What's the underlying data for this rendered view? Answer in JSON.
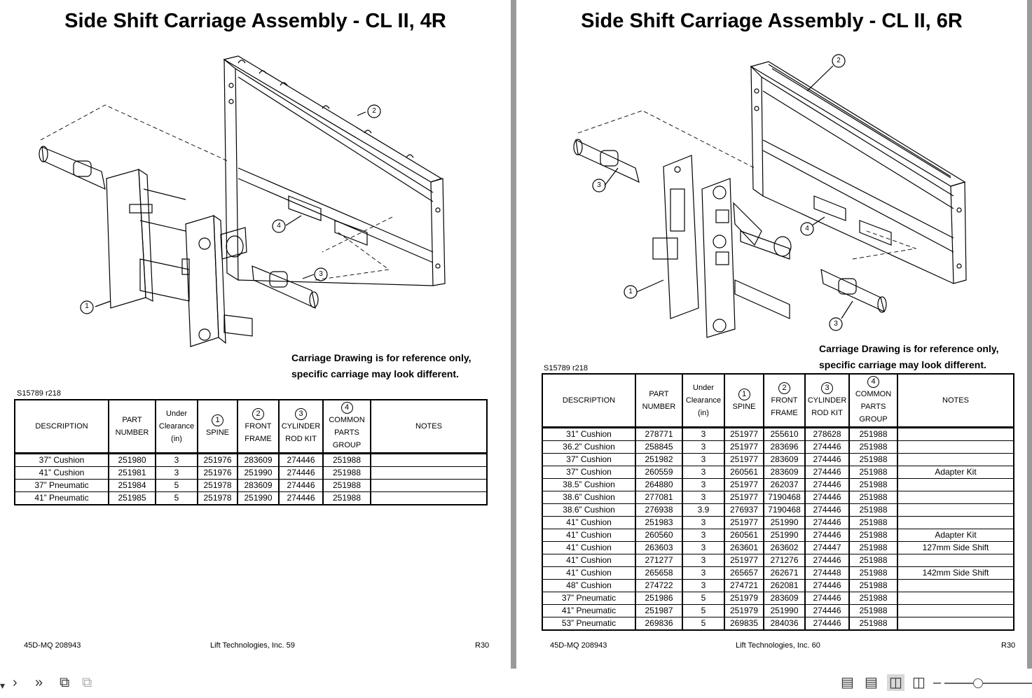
{
  "left_page": {
    "title": "Side Shift Carriage Assembly - CL II, 4R",
    "note_line1": "Carriage Drawing is for reference only,",
    "note_line2": "specific carriage may look different.",
    "doc_id": "S15789 r218",
    "headers": {
      "description": "DESCRIPTION",
      "part_l1": "PART",
      "part_l2": "NUMBER",
      "uc_l1": "Under",
      "uc_l2": "Clearance",
      "uc_l3": "(in)",
      "spine_num": "1",
      "spine": "SPINE",
      "ff_num": "2",
      "ff_l1": "FRONT",
      "ff_l2": "FRAME",
      "cyl_num": "3",
      "cyl_l1": "CYLINDER",
      "cyl_l2": "ROD KIT",
      "cpg_num": "4",
      "cpg_l1": "COMMON",
      "cpg_l2": "PARTS",
      "cpg_l3": "GROUP",
      "notes": "NOTES"
    },
    "rows": [
      {
        "d": "37” Cushion",
        "p": "251980",
        "u": "3",
        "s": "251976",
        "f": "283609",
        "c": "274446",
        "g": "251988",
        "n": ""
      },
      {
        "d": "41” Cushion",
        "p": "251981",
        "u": "3",
        "s": "251976",
        "f": "251990",
        "c": "274446",
        "g": "251988",
        "n": ""
      },
      {
        "d": "37” Pneumatic",
        "p": "251984",
        "u": "5",
        "s": "251978",
        "f": "283609",
        "c": "274446",
        "g": "251988",
        "n": ""
      },
      {
        "d": "41” Pneumatic",
        "p": "251985",
        "u": "5",
        "s": "251978",
        "f": "251990",
        "c": "274446",
        "g": "251988",
        "n": ""
      }
    ],
    "footer_left": "45D-MQ 208943",
    "footer_center": "Lift Technologies, Inc. 59",
    "footer_right": "R30",
    "callouts": [
      "1",
      "2",
      "3",
      "4"
    ]
  },
  "right_page": {
    "title": "Side Shift Carriage Assembly - CL II, 6R",
    "note_line1": "Carriage Drawing is for reference only,",
    "note_line2": "specific carriage may look different.",
    "doc_id": "S15789 r218",
    "headers": {
      "description": "DESCRIPTION",
      "part_l1": "PART",
      "part_l2": "NUMBER",
      "uc_l1": "Under",
      "uc_l2": "Clearance",
      "uc_l3": "(in)",
      "spine_num": "1",
      "spine": "SPINE",
      "ff_num": "2",
      "ff_l1": "FRONT",
      "ff_l2": "FRAME",
      "cyl_num": "3",
      "cyl_l1": "CYLINDER",
      "cyl_l2": "ROD KIT",
      "cpg_num": "4",
      "cpg_l1": "COMMON",
      "cpg_l2": "PARTS",
      "cpg_l3": "GROUP",
      "notes": "NOTES"
    },
    "rows": [
      {
        "d": "31” Cushion",
        "p": "278771",
        "u": "3",
        "s": "251977",
        "f": "255610",
        "c": "278628",
        "g": "251988",
        "n": ""
      },
      {
        "d": "36.2” Cushion",
        "p": "258845",
        "u": "3",
        "s": "251977",
        "f": "283696",
        "c": "274446",
        "g": "251988",
        "n": ""
      },
      {
        "d": "37” Cushion",
        "p": "251982",
        "u": "3",
        "s": "251977",
        "f": "283609",
        "c": "274446",
        "g": "251988",
        "n": ""
      },
      {
        "d": "37” Cushion",
        "p": "260559",
        "u": "3",
        "s": "260561",
        "f": "283609",
        "c": "274446",
        "g": "251988",
        "n": "Adapter Kit"
      },
      {
        "d": "38.5” Cushion",
        "p": "264880",
        "u": "3",
        "s": "251977",
        "f": "262037",
        "c": "274446",
        "g": "251988",
        "n": ""
      },
      {
        "d": "38.6” Cushion",
        "p": "277081",
        "u": "3",
        "s": "251977",
        "f": "7190468",
        "c": "274446",
        "g": "251988",
        "n": ""
      },
      {
        "d": "38.6” Cushion",
        "p": "276938",
        "u": "3.9",
        "s": "276937",
        "f": "7190468",
        "c": "274446",
        "g": "251988",
        "n": ""
      },
      {
        "d": "41” Cushion",
        "p": "251983",
        "u": "3",
        "s": "251977",
        "f": "251990",
        "c": "274446",
        "g": "251988",
        "n": ""
      },
      {
        "d": "41” Cushion",
        "p": "260560",
        "u": "3",
        "s": "260561",
        "f": "251990",
        "c": "274446",
        "g": "251988",
        "n": "Adapter Kit"
      },
      {
        "d": "41” Cushion",
        "p": "263603",
        "u": "3",
        "s": "263601",
        "f": "263602",
        "c": "274447",
        "g": "251988",
        "n": "127mm Side Shift"
      },
      {
        "d": "41” Cushion",
        "p": "271277",
        "u": "3",
        "s": "251977",
        "f": "271276",
        "c": "274446",
        "g": "251988",
        "n": ""
      },
      {
        "d": "41” Cushion",
        "p": "265658",
        "u": "3",
        "s": "265657",
        "f": "262671",
        "c": "274448",
        "g": "251988",
        "n": "142mm Side Shift"
      },
      {
        "d": "48” Cushion",
        "p": "274722",
        "u": "3",
        "s": "274721",
        "f": "262081",
        "c": "274446",
        "g": "251988",
        "n": ""
      },
      {
        "d": "37” Pneumatic",
        "p": "251986",
        "u": "5",
        "s": "251979",
        "f": "283609",
        "c": "274446",
        "g": "251988",
        "n": ""
      },
      {
        "d": "41” Pneumatic",
        "p": "251987",
        "u": "5",
        "s": "251979",
        "f": "251990",
        "c": "274446",
        "g": "251988",
        "n": ""
      },
      {
        "d": "53” Pneumatic",
        "p": "269836",
        "u": "5",
        "s": "269835",
        "f": "284036",
        "c": "274446",
        "g": "251988",
        "n": ""
      }
    ],
    "footer_left": "45D-MQ 208943",
    "footer_center": "Lift Technologies, Inc. 60",
    "footer_right": "R30",
    "callouts": [
      "1",
      "2",
      "3",
      "3",
      "4"
    ]
  },
  "toolbar": {
    "icons": [
      "prev-page-icon",
      "next-page-icon",
      "last-page-icon",
      "rotate-page-icon",
      "copy-page-icon",
      "single-page-view-icon",
      "continuous-view-icon",
      "two-page-view-icon",
      "two-page-continuous-view-icon",
      "zoom-out-icon"
    ]
  }
}
